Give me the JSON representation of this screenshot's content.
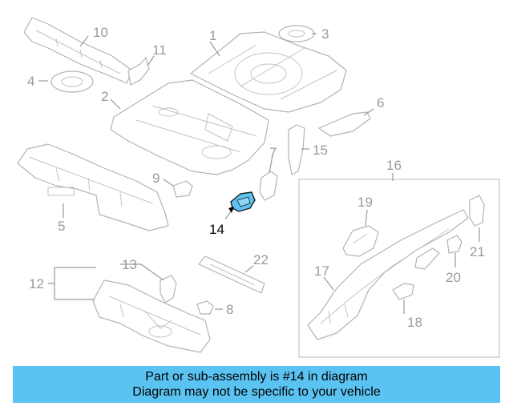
{
  "diagram": {
    "callouts": [
      "1",
      "2",
      "3",
      "4",
      "5",
      "6",
      "7",
      "8",
      "9",
      "10",
      "11",
      "12",
      "13",
      "14",
      "15",
      "16",
      "17",
      "18",
      "19",
      "20",
      "21",
      "22"
    ],
    "highlighted_part": "14",
    "highlight_color": "#5bc3f2",
    "line_color": "#b3b3b3",
    "label_color": "#9a9a9a"
  },
  "banner": {
    "line1": "Part or sub-assembly is #14 in diagram",
    "line2": "Diagram may not be specific to your vehicle",
    "background": "#5bc3f2"
  }
}
